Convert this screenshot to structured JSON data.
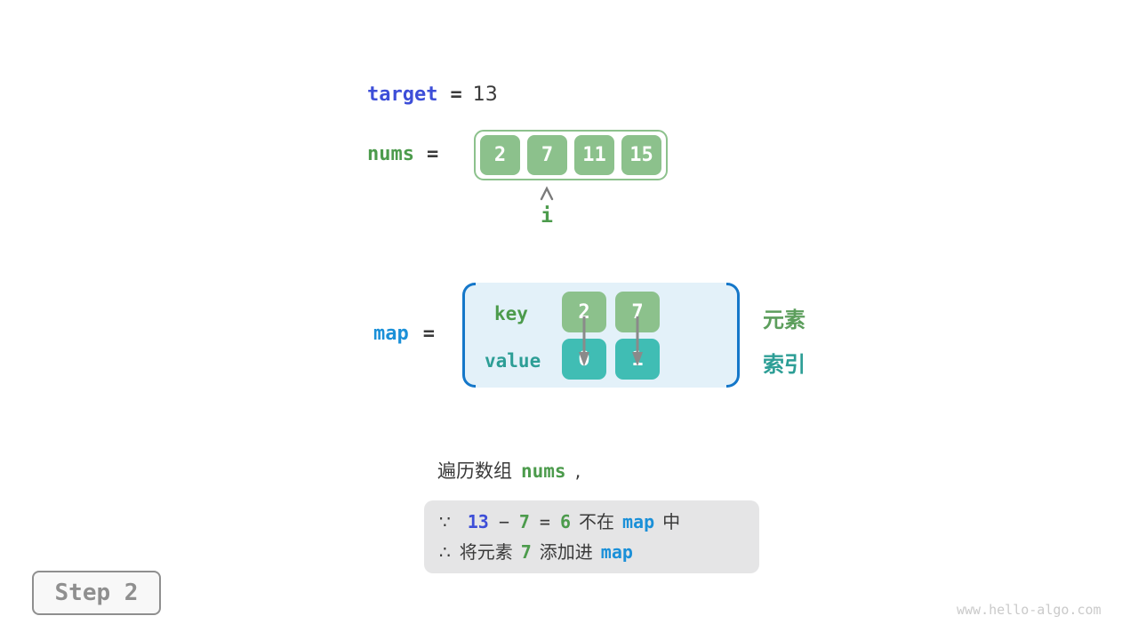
{
  "colors": {
    "indigo_code": "#3D4ED8",
    "cyan_code": "#1B90D8",
    "green_code": "#4C9B4C",
    "green_box": "#8CC18C",
    "teal_box": "#40BDB4",
    "teal_text": "#2D9E96",
    "bracket_blue": "#1577C9",
    "map_bg": "#E3F1F9",
    "note_bg": "#E5E5E6"
  },
  "target": {
    "label": "target",
    "eq": "=",
    "value": "13"
  },
  "nums": {
    "label": "nums",
    "eq": "=",
    "cells": [
      "2",
      "7",
      "11",
      "15"
    ],
    "pointer_label": "i"
  },
  "map": {
    "label": "map",
    "eq": "=",
    "key_label": "key",
    "value_label": "value",
    "keys": [
      "2",
      "7"
    ],
    "values": [
      "0",
      "1"
    ],
    "element_label": "元素",
    "index_label": "索引"
  },
  "caption": {
    "text": "遍历数组",
    "code": "nums",
    "comma": ","
  },
  "note": {
    "line1": {
      "sym": "∵",
      "a": "13",
      "op": "−",
      "b": "7",
      "eq": "=",
      "c": "6",
      "t1": "不在",
      "code": "map",
      "t2": "中"
    },
    "line2": {
      "sym": "∴",
      "t1": "将元素",
      "num": "7",
      "t2": "添加进",
      "code": "map"
    }
  },
  "step": {
    "label": "Step 2"
  },
  "watermark": "www.hello-algo.com"
}
